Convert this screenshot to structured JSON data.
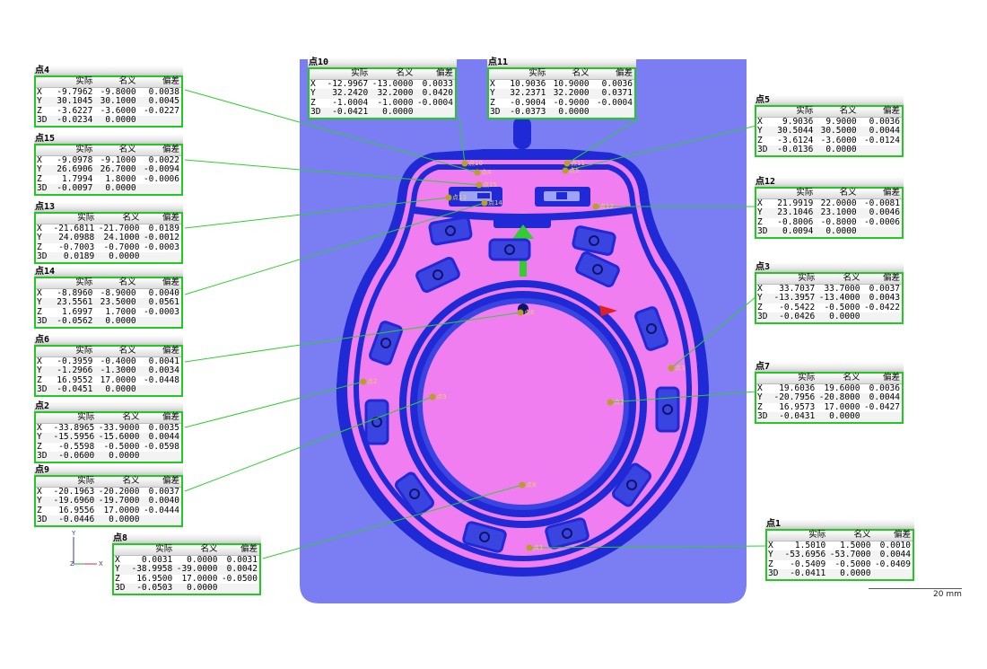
{
  "headers": {
    "actual": "实际",
    "nominal": "名义",
    "deviation": "偏差"
  },
  "row_labels": [
    "X",
    "Y",
    "Z",
    "3D"
  ],
  "boxes": [
    {
      "id": "b4",
      "title": "点4",
      "rows": [
        [
          "-9.7962",
          "-9.8000",
          "0.0038"
        ],
        [
          "30.1045",
          "30.1000",
          "0.0045"
        ],
        [
          "-3.6227",
          "-3.6000",
          "-0.0227"
        ],
        [
          "-0.0234",
          "0.0000",
          ""
        ]
      ]
    },
    {
      "id": "b15",
      "title": "点15",
      "rows": [
        [
          "-9.0978",
          "-9.1000",
          "0.0022"
        ],
        [
          "26.6906",
          "26.7000",
          "-0.0094"
        ],
        [
          "1.7994",
          "1.8000",
          "-0.0006"
        ],
        [
          "-0.0097",
          "0.0000",
          ""
        ]
      ]
    },
    {
      "id": "b13",
      "title": "点13",
      "rows": [
        [
          "-21.6811",
          "-21.7000",
          "0.0189"
        ],
        [
          "24.0988",
          "24.1000",
          "-0.0012"
        ],
        [
          "-0.7003",
          "-0.7000",
          "-0.0003"
        ],
        [
          "0.0189",
          "0.0000",
          ""
        ]
      ]
    },
    {
      "id": "b14",
      "title": "点14",
      "rows": [
        [
          "-8.8960",
          "-8.9000",
          "0.0040"
        ],
        [
          "23.5561",
          "23.5000",
          "0.0561"
        ],
        [
          "1.6997",
          "1.7000",
          "-0.0003"
        ],
        [
          "-0.0562",
          "0.0000",
          ""
        ]
      ]
    },
    {
      "id": "b6",
      "title": "点6",
      "rows": [
        [
          "-0.3959",
          "-0.4000",
          "0.0041"
        ],
        [
          "-1.2966",
          "-1.3000",
          "0.0034"
        ],
        [
          "16.9552",
          "17.0000",
          "-0.0448"
        ],
        [
          "-0.0451",
          "0.0000",
          ""
        ]
      ]
    },
    {
      "id": "b2",
      "title": "点2",
      "rows": [
        [
          "-33.8965",
          "-33.9000",
          "0.0035"
        ],
        [
          "-15.5956",
          "-15.6000",
          "0.0044"
        ],
        [
          "-0.5598",
          "-0.5000",
          "-0.0598"
        ],
        [
          "-0.0600",
          "0.0000",
          ""
        ]
      ]
    },
    {
      "id": "b9",
      "title": "点9",
      "rows": [
        [
          "-20.1963",
          "-20.2000",
          "0.0037"
        ],
        [
          "-19.6960",
          "-19.7000",
          "0.0040"
        ],
        [
          "16.9556",
          "17.0000",
          "-0.0444"
        ],
        [
          "-0.0446",
          "0.0000",
          ""
        ]
      ]
    },
    {
      "id": "b8",
      "title": "点8",
      "rows": [
        [
          "0.0031",
          "0.0000",
          "0.0031"
        ],
        [
          "-38.9958",
          "-39.0000",
          "0.0042"
        ],
        [
          "16.9500",
          "17.0000",
          "-0.0500"
        ],
        [
          "-0.0503",
          "0.0000",
          ""
        ]
      ]
    },
    {
      "id": "b10",
      "title": "点10",
      "rows": [
        [
          "-12.9967",
          "-13.0000",
          "0.0033"
        ],
        [
          "32.2420",
          "32.2000",
          "0.0420"
        ],
        [
          "-1.0004",
          "-1.0000",
          "-0.0004"
        ],
        [
          "-0.0421",
          "0.0000",
          ""
        ]
      ]
    },
    {
      "id": "b11",
      "title": "点11",
      "rows": [
        [
          "10.9036",
          "10.9000",
          "0.0036"
        ],
        [
          "32.2371",
          "32.2000",
          "0.0371"
        ],
        [
          "-0.9004",
          "-0.9000",
          "-0.0004"
        ],
        [
          "-0.0373",
          "0.0000",
          ""
        ]
      ]
    },
    {
      "id": "b5",
      "title": "点5",
      "rows": [
        [
          "9.9036",
          "9.9000",
          "0.0036"
        ],
        [
          "30.5044",
          "30.5000",
          "0.0044"
        ],
        [
          "-3.6124",
          "-3.6000",
          "-0.0124"
        ],
        [
          "-0.0136",
          "0.0000",
          ""
        ]
      ]
    },
    {
      "id": "b12",
      "title": "点12",
      "rows": [
        [
          "21.9919",
          "22.0000",
          "-0.0081"
        ],
        [
          "23.1046",
          "23.1000",
          "0.0046"
        ],
        [
          "-0.8006",
          "-0.8000",
          "-0.0006"
        ],
        [
          "0.0094",
          "0.0000",
          ""
        ]
      ]
    },
    {
      "id": "b3",
      "title": "点3",
      "rows": [
        [
          "33.7037",
          "33.7000",
          "0.0037"
        ],
        [
          "-13.3957",
          "-13.4000",
          "0.0043"
        ],
        [
          "-0.5422",
          "-0.5000",
          "-0.0422"
        ],
        [
          "-0.0426",
          "0.0000",
          ""
        ]
      ]
    },
    {
      "id": "b7",
      "title": "点7",
      "rows": [
        [
          "19.6036",
          "19.6000",
          "0.0036"
        ],
        [
          "-20.7956",
          "-20.8000",
          "0.0044"
        ],
        [
          "16.9573",
          "17.0000",
          "-0.0427"
        ],
        [
          "-0.0431",
          "0.0000",
          ""
        ]
      ]
    },
    {
      "id": "b1",
      "title": "点1",
      "rows": [
        [
          "1.5010",
          "1.5000",
          "0.0010"
        ],
        [
          "-53.6956",
          "-53.7000",
          "0.0044"
        ],
        [
          "-0.5409",
          "-0.5000",
          "-0.0409"
        ],
        [
          "-0.0411",
          "0.0000",
          ""
        ]
      ]
    }
  ],
  "point_labels": [
    "点1",
    "点2",
    "点3",
    "点4",
    "点5",
    "点6",
    "点7",
    "点8",
    "点9",
    "点10",
    "点11",
    "点12",
    "点13",
    "点14",
    "点15"
  ],
  "scale": {
    "label": "20 mm"
  },
  "axis": {
    "y": "Y",
    "z": "Z",
    "x": "X"
  },
  "colors": {
    "background_panel": "#7a7ef2",
    "part_blue": "#1f2ad6",
    "part_pink": "#f07ef0",
    "box_border": "#22c922",
    "leader": "#2fcf2f",
    "arrow_green": "#33cc33",
    "marker": "#b8a020"
  }
}
